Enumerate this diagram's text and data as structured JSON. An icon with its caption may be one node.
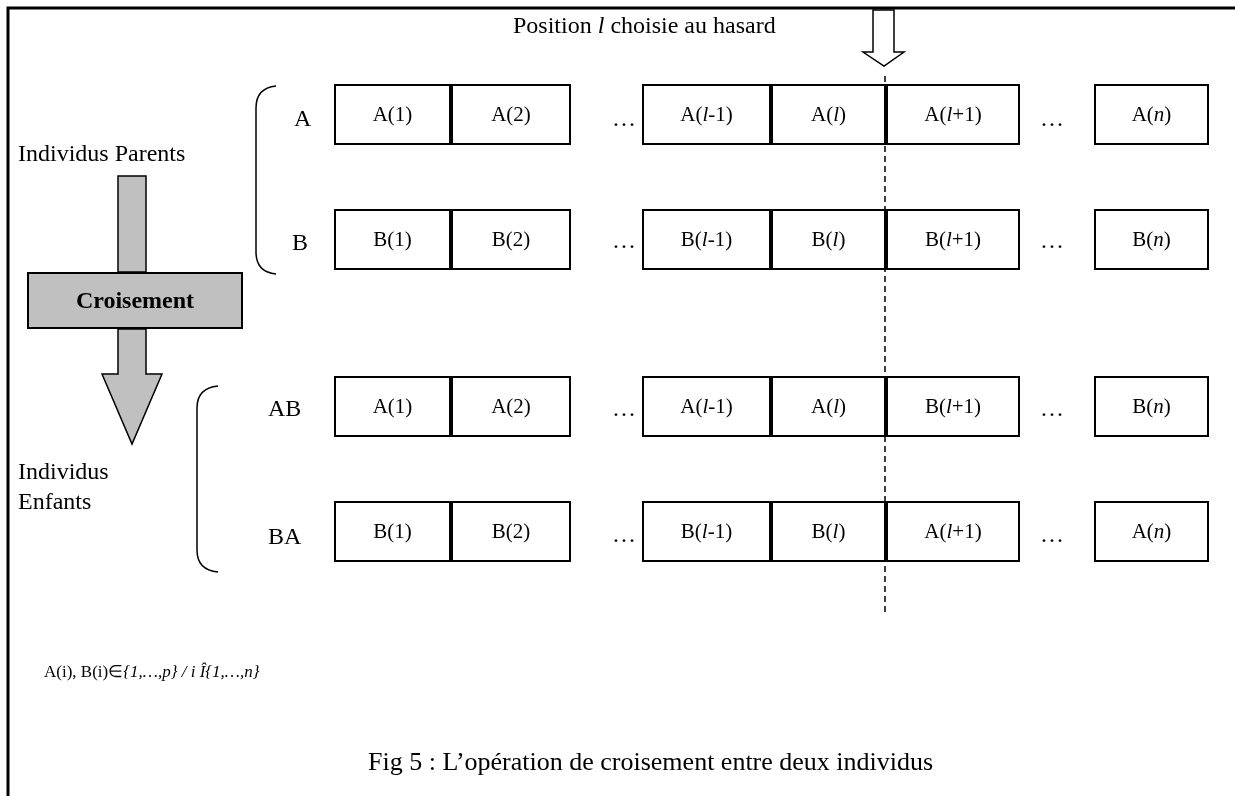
{
  "diagram": {
    "caption": "Fig 5 : L’opération de croisement entre deux individus",
    "nodes": [
      {
        "text": [
          "Individus Parents"
        ]
      },
      {
        "text": [
          "Croisement"
        ]
      },
      {
        "text": [
          "Individus Enfants"
        ]
      },
      {
        "text": [
          "A(1)"
        ]
      },
      {
        "text": [
          "A(2)"
        ]
      },
      {
        "text": [
          "A(*l*-1)"
        ]
      },
      {
        "text": [
          "A(*l*)"
        ]
      },
      {
        "text": [
          "A(*l*+1)"
        ]
      },
      {
        "text": [
          "A(*n*)"
        ]
      },
      {
        "text": [
          "B(1)"
        ]
      },
      {
        "text": [
          "B(2)"
        ]
      },
      {
        "text": [
          "B(*l*-1)"
        ]
      },
      {
        "text": [
          "B(*l*)"
        ]
      },
      {
        "text": [
          "B(*l*+1)"
        ]
      },
      {
        "text": [
          "B(*n*)"
        ]
      },
      {
        "text": [
          "A(1)"
        ]
      },
      {
        "text": [
          "A(2)"
        ]
      },
      {
        "text": [
          "A(*l*-1)"
        ]
      },
      {
        "text": [
          "A(*l*)"
        ]
      },
      {
        "text": [
          "B(*l*+1)"
        ]
      },
      {
        "text": [
          "B(*n*)"
        ]
      },
      {
        "text": [
          "B(1)"
        ]
      },
      {
        "text": [
          "B(2)"
        ]
      },
      {
        "text": [
          "B(*l*-1)"
        ]
      },
      {
        "text": [
          "B(*l*)"
        ]
      },
      {
        "text": [
          "A(*l*+1)"
        ]
      },
      {
        "text": [
          "A(*n*)"
        ]
      }
    ],
    "edges": [
      {
        "from": 0,
        "to": 1,
        "arrow": "none",
        "style": "thick"
      },
      {
        "from": 1,
        "to": 2,
        "arrow": "to",
        "style": "thick"
      }
    ],
    "labels": [
      "Position *l* choisie au hasard",
      "A",
      "…",
      "…",
      "B",
      "…",
      "…",
      "AB",
      "…",
      "…",
      "BA",
      "…",
      "…",
      "A(i), B(i)∈*{1,…,p} / i Î{1,…,n}*"
    ]
  }
}
